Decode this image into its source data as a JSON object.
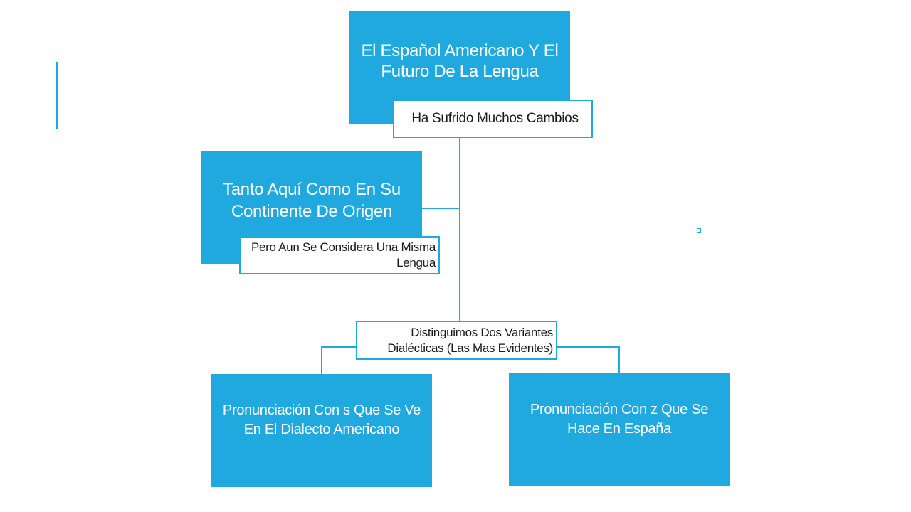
{
  "diagram": {
    "root": {
      "title": "El Español Americano Y El Futuro De La Lengua",
      "note": "Ha Sufrido Muchos Cambios"
    },
    "branch_left": {
      "title": "Tanto Aquí Como En Su Continente De Origen",
      "note": "Pero Aun Se Considera Una Misma Lengua"
    },
    "branch_middle": {
      "note": "Distinguimos Dos Variantes Dialécticas  (Las Mas Evidentes)"
    },
    "leaf_left": {
      "title": "Pronunciación Con s Que Se Ve En El Dialecto Americano"
    },
    "leaf_right": {
      "title": "Pronunciación Con z Que Se Hace En España"
    }
  },
  "colors": {
    "accent": "#1fa9de",
    "box_text": "#ffffff",
    "note_text": "#1a1a1a",
    "background": "#ffffff"
  }
}
